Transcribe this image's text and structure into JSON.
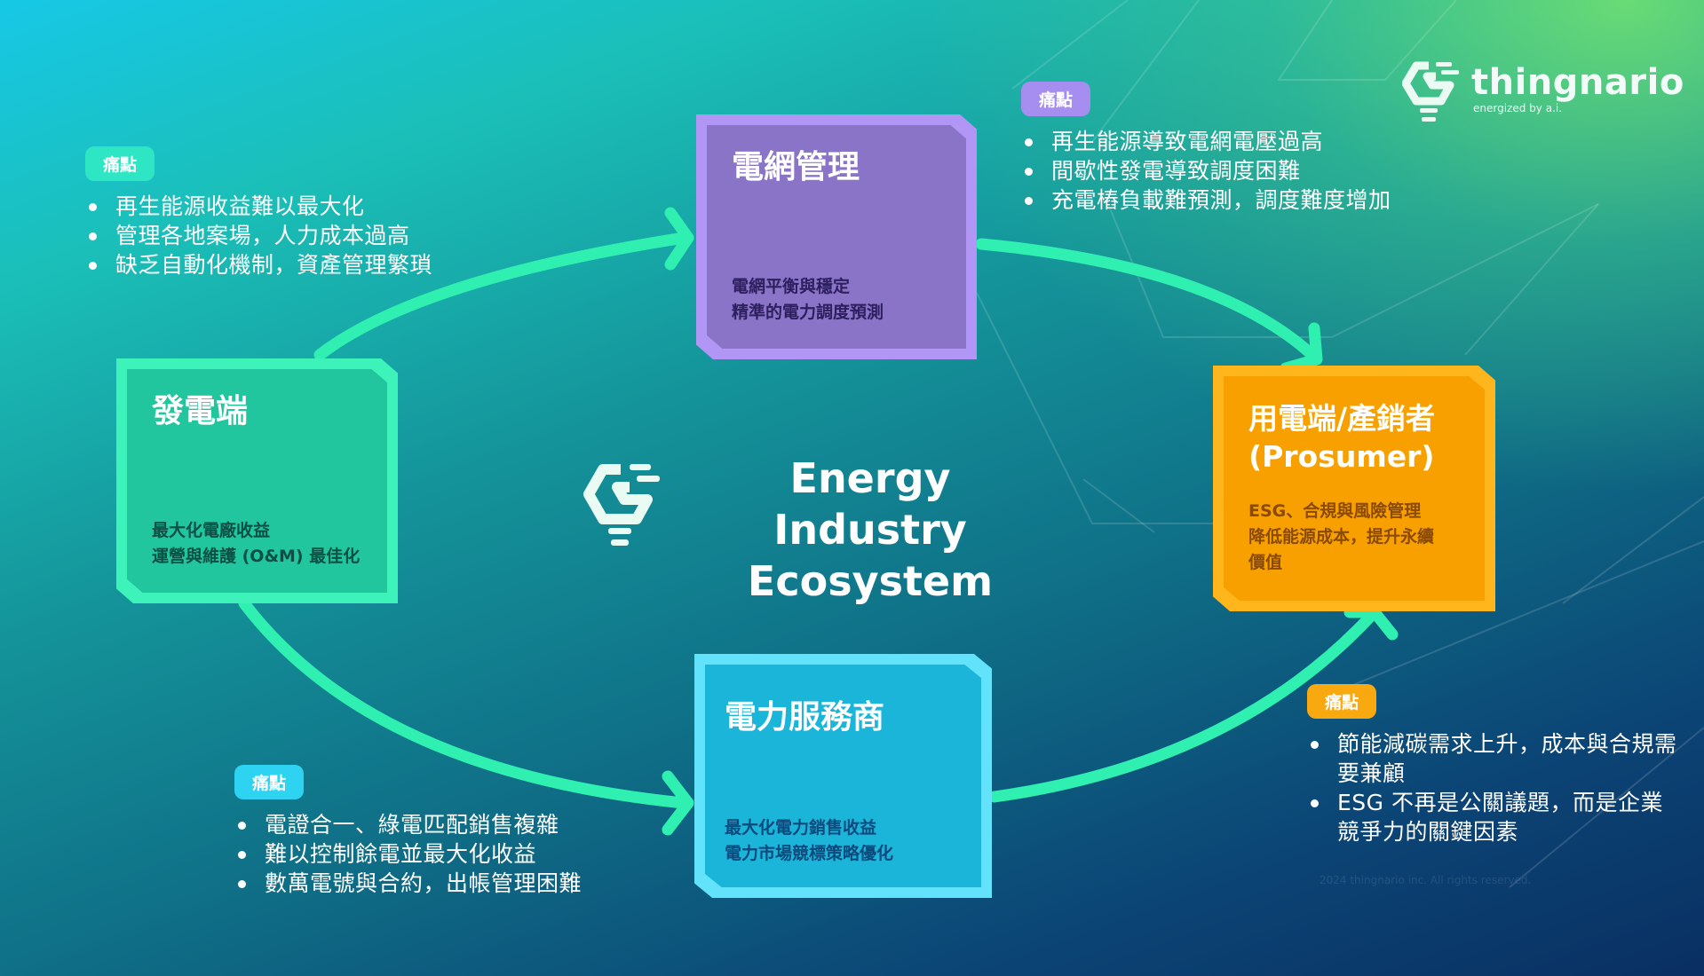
{
  "brand": {
    "name": "thingnario",
    "tagline": "energized by a.i."
  },
  "center": {
    "title_line1": "Energy Industry",
    "title_line2": "Ecosystem"
  },
  "nodes": {
    "generation": {
      "title": "發電端",
      "desc": [
        "最大化電廠收益",
        "運營與維護 (O&M) 最佳化"
      ],
      "color": "#21d4a6",
      "border": "#3df3b9"
    },
    "grid": {
      "title": "電網管理",
      "desc": [
        "電網平衡與穩定",
        "精準的電力調度預測"
      ],
      "color": "#8a74c8",
      "border": "#b296f5"
    },
    "prosumer": {
      "title": "用電端/產銷者",
      "subtitle": "(Prosumer)",
      "desc": [
        "ESG、合規與風險管理",
        "降低能源成本，提升永續",
        "價值"
      ],
      "color": "#f7a000",
      "border": "#ffb51c"
    },
    "service": {
      "title": "電力服務商",
      "desc": [
        "最大化電力銷售收益",
        "電力市場競標策略優化"
      ],
      "color": "#1bb9dc",
      "border": "#63e3fb"
    }
  },
  "pain_points": {
    "generation": {
      "badge": "痛點",
      "badge_color": "#2ee6c4",
      "items": [
        "再生能源收益難以最大化",
        "管理各地案場，人力成本過高",
        "缺乏自動化機制，資產管理繁瑣"
      ]
    },
    "grid": {
      "badge": "痛點",
      "badge_color": "#a68ef0",
      "items": [
        "再生能源導致電網電壓過高",
        "間歇性發電導致調度困難",
        "充電樁負載難預測，調度難度增加"
      ]
    },
    "service": {
      "badge": "痛點",
      "badge_color": "#2ed3f2",
      "items": [
        "電證合一、綠電匹配銷售複雜",
        "難以控制餘電並最大化收益",
        "數萬電號與合約，出帳管理困難"
      ]
    },
    "prosumer": {
      "badge": "痛點",
      "badge_color": "#f8a90f",
      "items": [
        "節能減碳需求上升，成本與合規需要兼顧",
        "ESG 不再是公關議題，而是企業競爭力的關鍵因素"
      ]
    }
  },
  "flow_color": "#2ff0b0",
  "copyright": "2024 thingnario inc. All rights reserved."
}
